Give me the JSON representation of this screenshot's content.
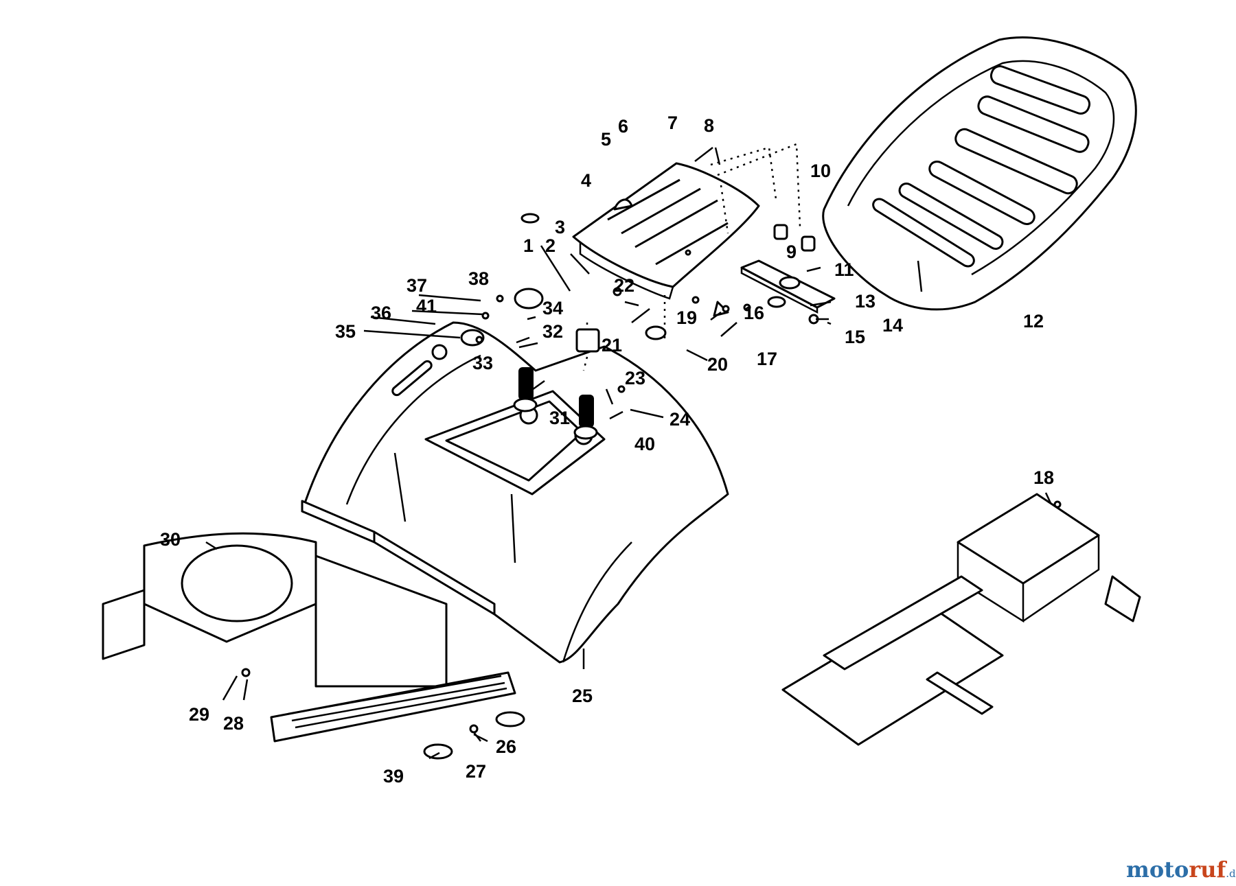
{
  "callouts": {
    "c1": "1",
    "c2": "2",
    "c3": "3",
    "c4": "4",
    "c5": "5",
    "c6": "6",
    "c7": "7",
    "c8": "8",
    "c9": "9",
    "c10": "10",
    "c11": "11",
    "c12": "12",
    "c13": "13",
    "c14": "14",
    "c15": "15",
    "c16": "16",
    "c17": "17",
    "c18": "18",
    "c19": "19",
    "c20": "20",
    "c21": "21",
    "c22": "22",
    "c23": "23",
    "c24": "24",
    "c25": "25",
    "c26": "26",
    "c27": "27",
    "c28": "28",
    "c29": "29",
    "c30": "30",
    "c31": "31",
    "c32": "32",
    "c33": "33",
    "c34": "34",
    "c35": "35",
    "c36": "36",
    "c37": "37",
    "c38": "38",
    "c39": "39",
    "c40": "40",
    "c41": "41"
  },
  "watermark": {
    "part1": "moto",
    "part2": "ruf",
    "suffix": ".de"
  },
  "colors": {
    "watermark_blue": "#2c6ea8",
    "watermark_orange": "#c8451c"
  }
}
